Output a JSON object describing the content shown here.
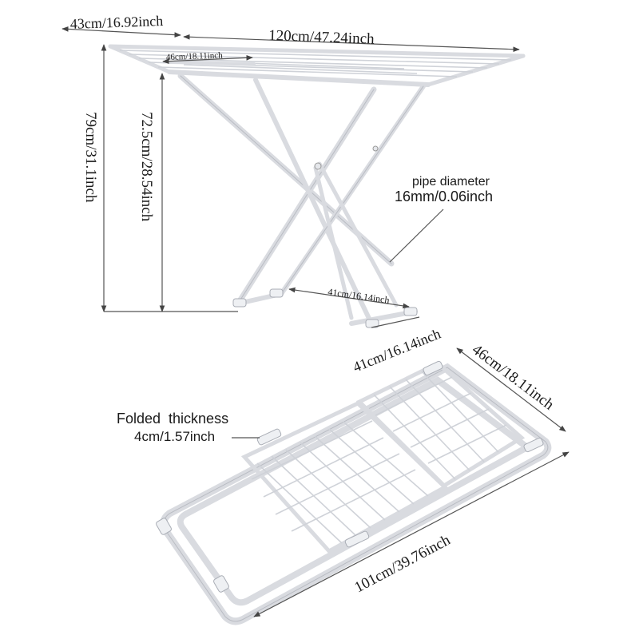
{
  "dimensions": {
    "wing_depth": "43cm/16.92inch",
    "total_length": "120cm/47.24inch",
    "center_width": "46cm/18.11inch",
    "total_height": "79cm/31.1inch",
    "rail_height": "72.5cm/28.54inch",
    "inner_foot_width": "41cm/16.14inch",
    "outer_foot_width": "41cm/16.14inch",
    "folded_width": "46cm/18.11inch",
    "folded_length": "101cm/39.76inch"
  },
  "pipe": {
    "label": "pipe diameter",
    "value": "16mm/0.06inch"
  },
  "folded": {
    "label": "Folded  thickness",
    "value": "4cm/1.57inch"
  }
}
